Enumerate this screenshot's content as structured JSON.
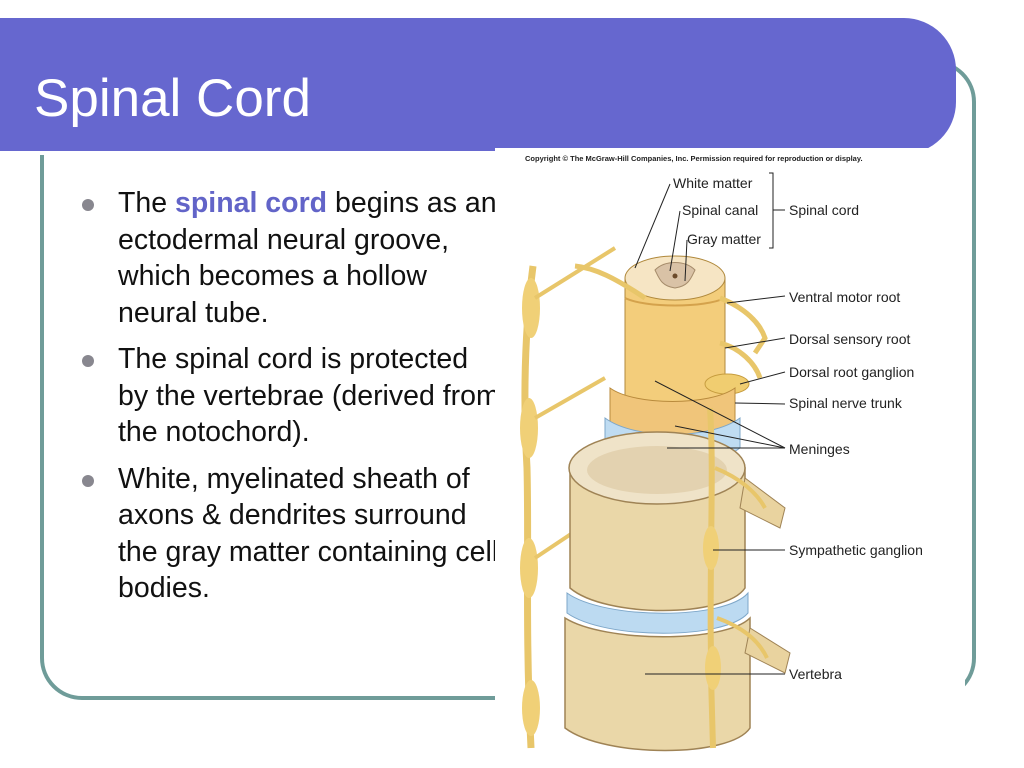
{
  "slide": {
    "title": "Spinal Cord",
    "bullets": [
      {
        "prefix": "The ",
        "highlight": "spinal cord",
        "text": " begins as an ectodermal neural groove, which becomes a hollow neural tube."
      },
      {
        "text": "The spinal cord is protected by the vertebrae (derived from the notochord)."
      },
      {
        "text": "White, myelinated sheath of axons & dendrites surround the gray matter containing cell bodies."
      }
    ]
  },
  "figure": {
    "copyright": "Copyright © The McGraw-Hill Companies, Inc. Permission required for reproduction or display.",
    "labels": {
      "white_matter": "White matter",
      "spinal_canal": "Spinal canal",
      "gray_matter": "Gray matter",
      "spinal_cord": "Spinal cord",
      "ventral_motor_root": "Ventral motor root",
      "dorsal_sensory_root": "Dorsal sensory root",
      "dorsal_root_ganglion": "Dorsal root ganglion",
      "spinal_nerve_trunk": "Spinal nerve trunk",
      "meninges": "Meninges",
      "sympathetic_ganglion": "Sympathetic ganglion",
      "vertebra": "Vertebra"
    }
  },
  "colors": {
    "title_bar": "#6667cf",
    "accent_text": "#6264c8",
    "frame_border": "#6f9c99",
    "bullet_dot": "#88878f"
  }
}
